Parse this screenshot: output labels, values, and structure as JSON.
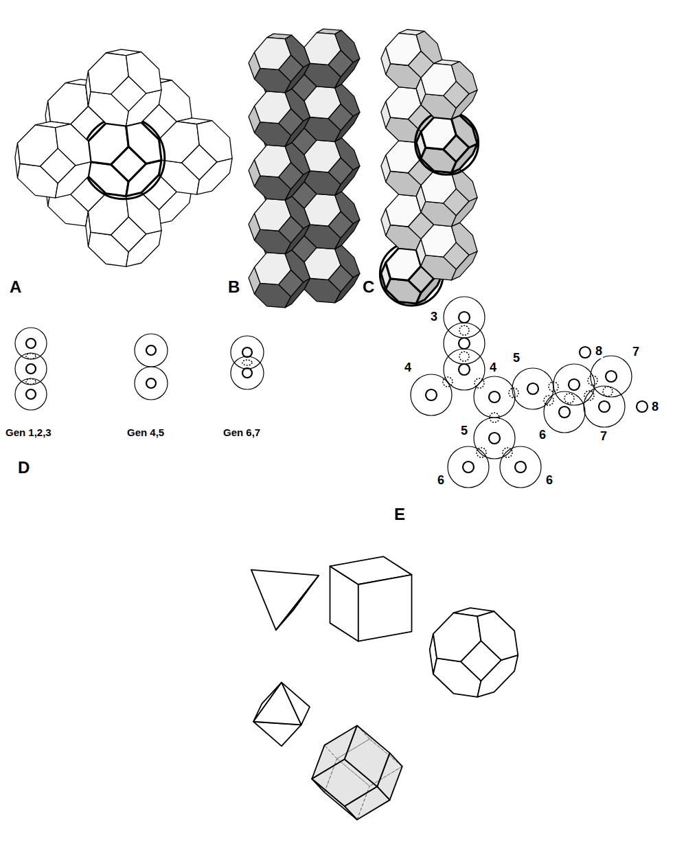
{
  "diagram": {
    "labels": [
      "A",
      "B",
      "C",
      "Gen 1,2,3",
      "Gen 4,5",
      "Gen 6,7",
      "D",
      "3",
      "4",
      "4",
      "5",
      "8",
      "7",
      "6",
      "8",
      "7",
      "5",
      "6",
      "6",
      "E"
    ]
  }
}
